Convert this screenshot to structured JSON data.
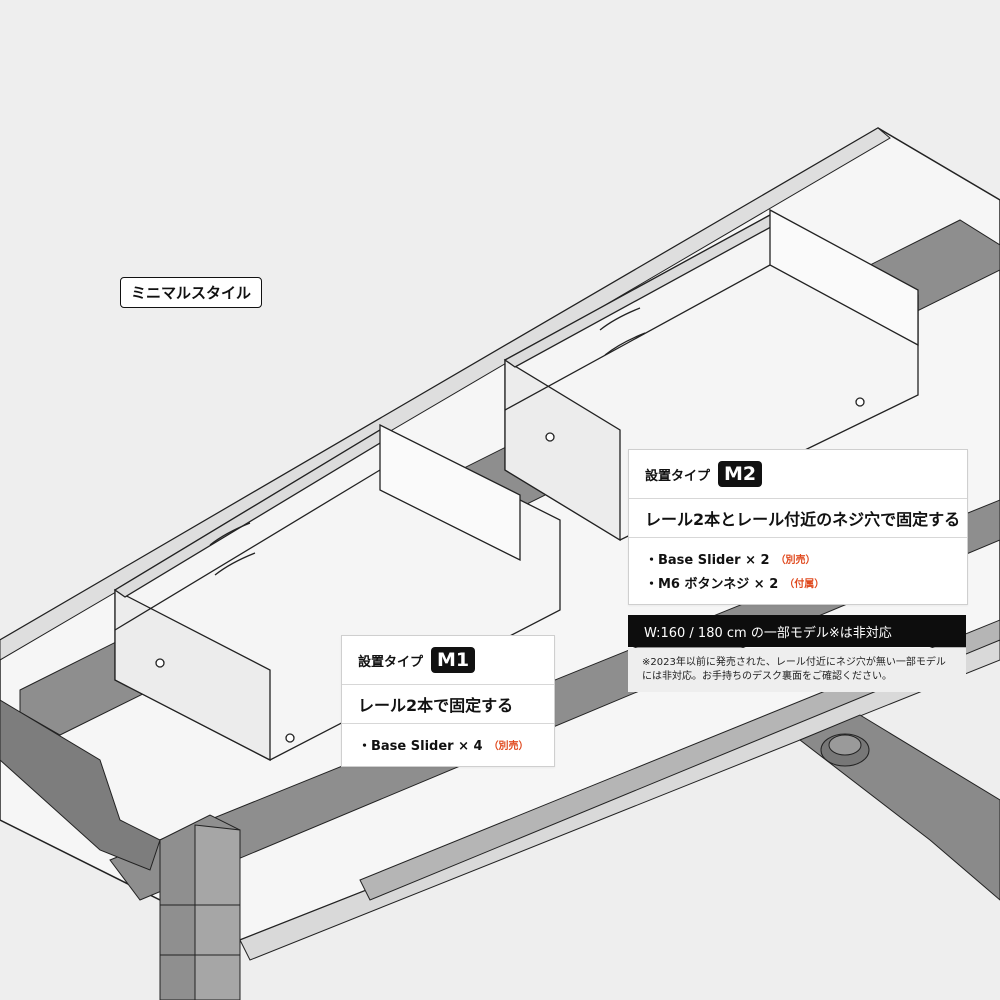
{
  "style_label": "ミニマルスタイル",
  "m2": {
    "type_label": "設置タイプ",
    "badge": "M2",
    "title": "レール2本とレール付近のネジ穴で固定する",
    "items": [
      {
        "text": "・Base Slider × 2",
        "note": "（別売）"
      },
      {
        "text": "・M6 ボタンネジ × 2",
        "note": "（付属）"
      }
    ]
  },
  "compat_notice": "W:160 / 180 cm の一部モデル※は非対応",
  "footnote": "※2023年以前に発売された、レール付近にネジ穴が無い一部モデルには非対応。お手持ちのデスク裏面をご確認ください。",
  "m1": {
    "type_label": "設置タイプ",
    "badge": "M1",
    "title": "レール2本で固定する",
    "items": [
      {
        "text": "・Base Slider × 4",
        "note": "（別売）"
      }
    ]
  },
  "colors": {
    "accent_note": "#e04a1f",
    "badge_bg": "#111111",
    "background": "#eeeeee"
  }
}
